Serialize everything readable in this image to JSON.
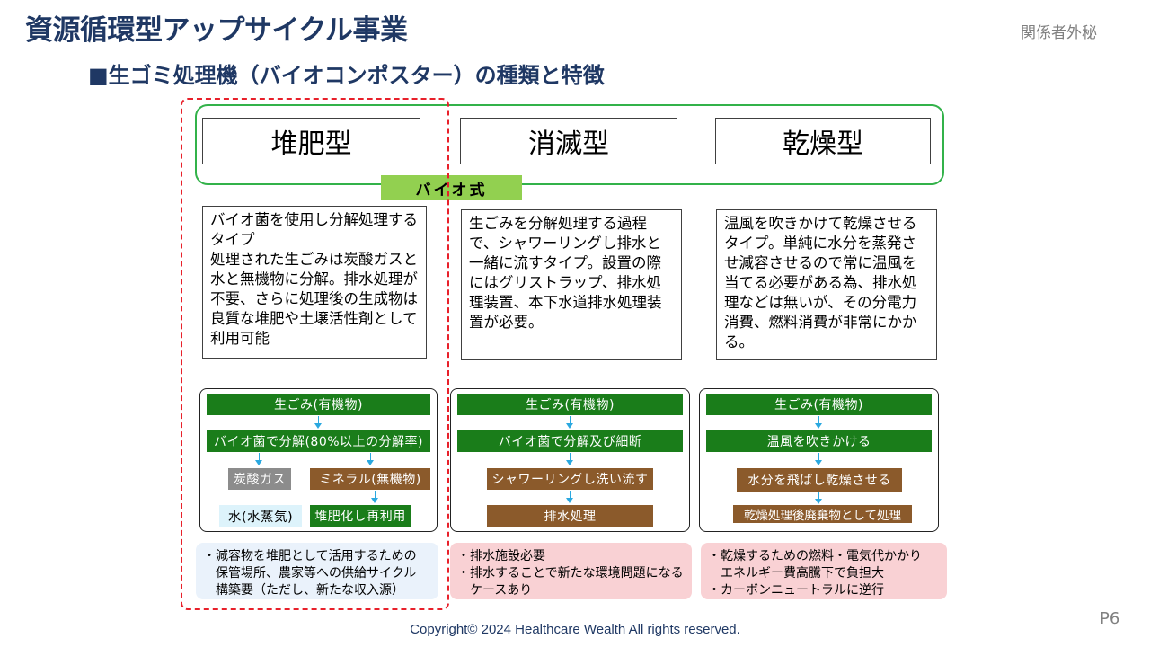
{
  "header": {
    "title": "資源循環型アップサイクル事業",
    "subtitle": "■生ゴミ処理機（バイオコンポスター）の種類と特徴",
    "confidential": "関係者外秘"
  },
  "types": [
    "堆肥型",
    "消滅型",
    "乾燥型"
  ],
  "bio_label": "バイオ式",
  "descriptions": [
    "バイオ菌を使用し分解処理するタイプ\n処理された生ごみは炭酸ガスと水と無機物に分解。排水処理が不要、さらに処理後の生成物は良質な堆肥や土壌活性剤として利用可能",
    "生ごみを分解処理する過程で、シャワーリングし排水と一緒に流すタイプ。設置の際にはグリストラップ、排水処理装置、本下水道排水処理装置が必要。",
    "温風を吹きかけて乾燥させるタイプ。単純に水分を蒸発させ減容させるので常に温風を当てる必要がある為、排水処理などは無いが、その分電力消費、燃料消費が非常にかかる。"
  ],
  "flows": {
    "compost": {
      "start": "生ごみ(有機物)",
      "step1": "バイオ菌で分解(80%以上の分解率)",
      "co2": "炭酸ガス",
      "mineral": "ミネラル(無機物)",
      "water": "水(水蒸気)",
      "reuse": "堆肥化し再利用"
    },
    "disposal": {
      "start": "生ごみ(有機物)",
      "step1": "バイオ菌で分解及び細断",
      "step2": "シャワーリングし洗い流す",
      "step3": "排水処理"
    },
    "drying": {
      "start": "生ごみ(有機物)",
      "step1": "温風を吹きかける",
      "step2": "水分を飛ばし乾燥させる",
      "step3": "乾燥処理後廃棄物として処理"
    }
  },
  "notes": [
    "・減容物を堆肥として活用するための\n　保管場所、農家等への供給サイクル\n　構築要（ただし、新たな収入源）",
    "・排水施設必要\n・排水することで新たな環境問題になる\n　ケースあり",
    "・乾燥するための燃料・電気代かかり\n　エネルギー費高騰下で負担大\n・カーボンニュートラルに逆行"
  ],
  "footer": {
    "copyright": "Copyright© 2024  Healthcare Wealth All rights reserved.",
    "page": "P6"
  },
  "colors": {
    "title": "#1f3864",
    "green_frame": "#33b24a",
    "bio_tag": "#92d050",
    "dark_green": "#1a7d1a",
    "brown": "#8b5a2b",
    "red_dash": "#e8202a",
    "note_blue": "#eaf2fb",
    "note_pink": "#f9d1d4"
  }
}
